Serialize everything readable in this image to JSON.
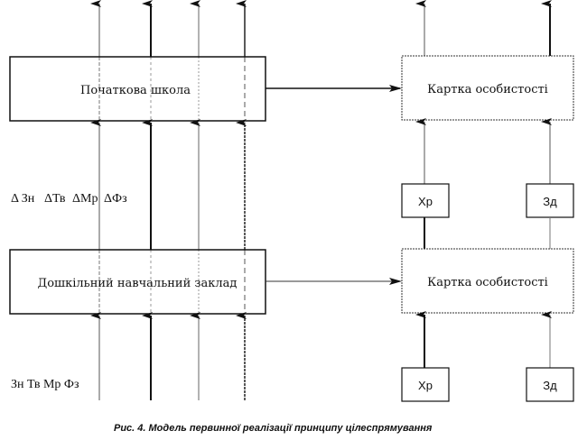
{
  "diagram": {
    "title": "Модель первинної реалізації принципу цілеспрямування",
    "caption": "Рис. 4. Модель первинної реалізації принципу цілеспрямування",
    "boxes": {
      "primary_school": "Початкова школа",
      "preschool": "Дошкільний навчальний заклад",
      "card_top": "Картка особистості",
      "card_bottom": "Картка особистості",
      "xr_middle": "Хр",
      "zd_middle": "Зд",
      "xr_bottom": "Хр",
      "zd_bottom": "Зд"
    },
    "labels": {
      "delta_indicators": [
        "Δ Зн",
        "ΔТв",
        "ΔМр",
        "ΔФз"
      ],
      "base_indicators": "Зн Тв Мр Фз"
    },
    "flows": [
      {
        "from": "base_indicators",
        "to": "preschool",
        "count": 4
      },
      {
        "from": "preschool",
        "to": "primary_school",
        "count": 4,
        "label": "delta_indicators"
      },
      {
        "from": "primary_school",
        "to": "output",
        "count": 4
      },
      {
        "from": "preschool",
        "to": "card_bottom"
      },
      {
        "from": "primary_school",
        "to": "card_top"
      },
      {
        "from": "xr_bottom",
        "to": "card_bottom"
      },
      {
        "from": "zd_bottom",
        "to": "card_bottom"
      },
      {
        "from": "card_bottom",
        "to": "xr_middle"
      },
      {
        "from": "card_bottom",
        "to": "zd_middle"
      },
      {
        "from": "xr_middle",
        "to": "card_top"
      },
      {
        "from": "zd_middle",
        "to": "card_top"
      },
      {
        "from": "card_top",
        "to": "output",
        "count": 2
      }
    ]
  }
}
